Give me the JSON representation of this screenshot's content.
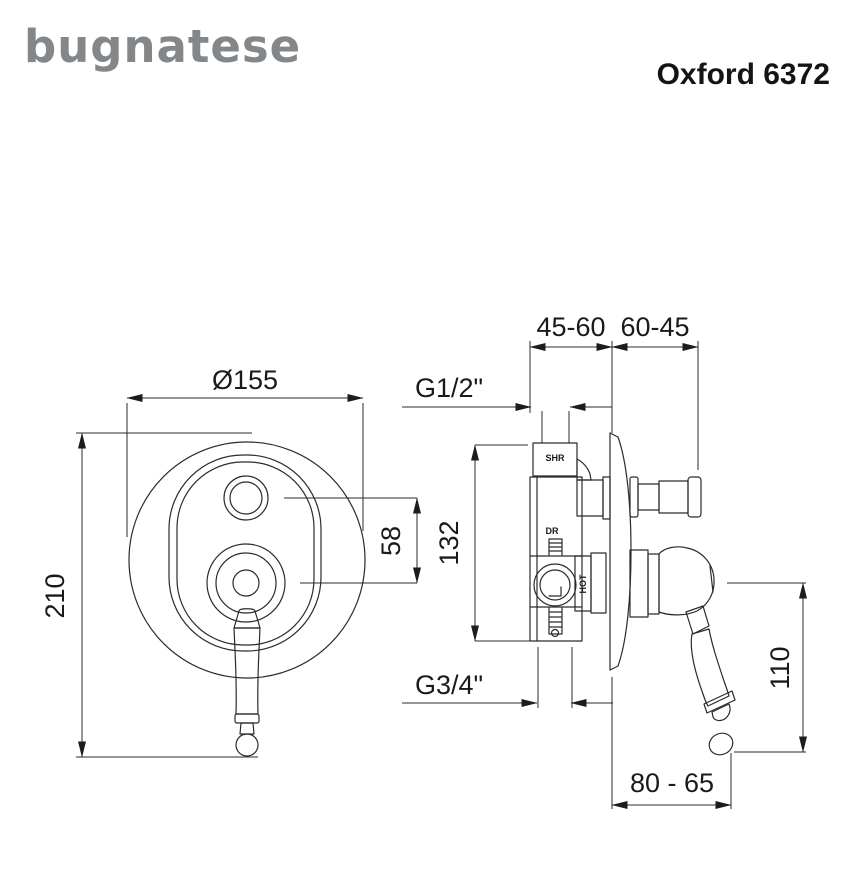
{
  "header": {
    "logo": "bugnatese",
    "title": "Oxford 6372"
  },
  "front_view": {
    "dim_width": "Ø155",
    "dim_height": "210",
    "dim_centers": "58"
  },
  "side_view": {
    "dim_wall_left": "45-60",
    "dim_wall_right": "60-45",
    "thread_top": "G1/2\"",
    "dim_body": "132",
    "thread_bottom": "G3/4\"",
    "dim_handle": "110",
    "dim_depth": "80 - 65",
    "port_shower": "SHR",
    "port_drain": "DR",
    "port_hot": "HOT"
  },
  "colors": {
    "line": "#2b2b2b",
    "logo_gray": "#84878a",
    "text": "#1a1a1a",
    "background": "#ffffff"
  }
}
